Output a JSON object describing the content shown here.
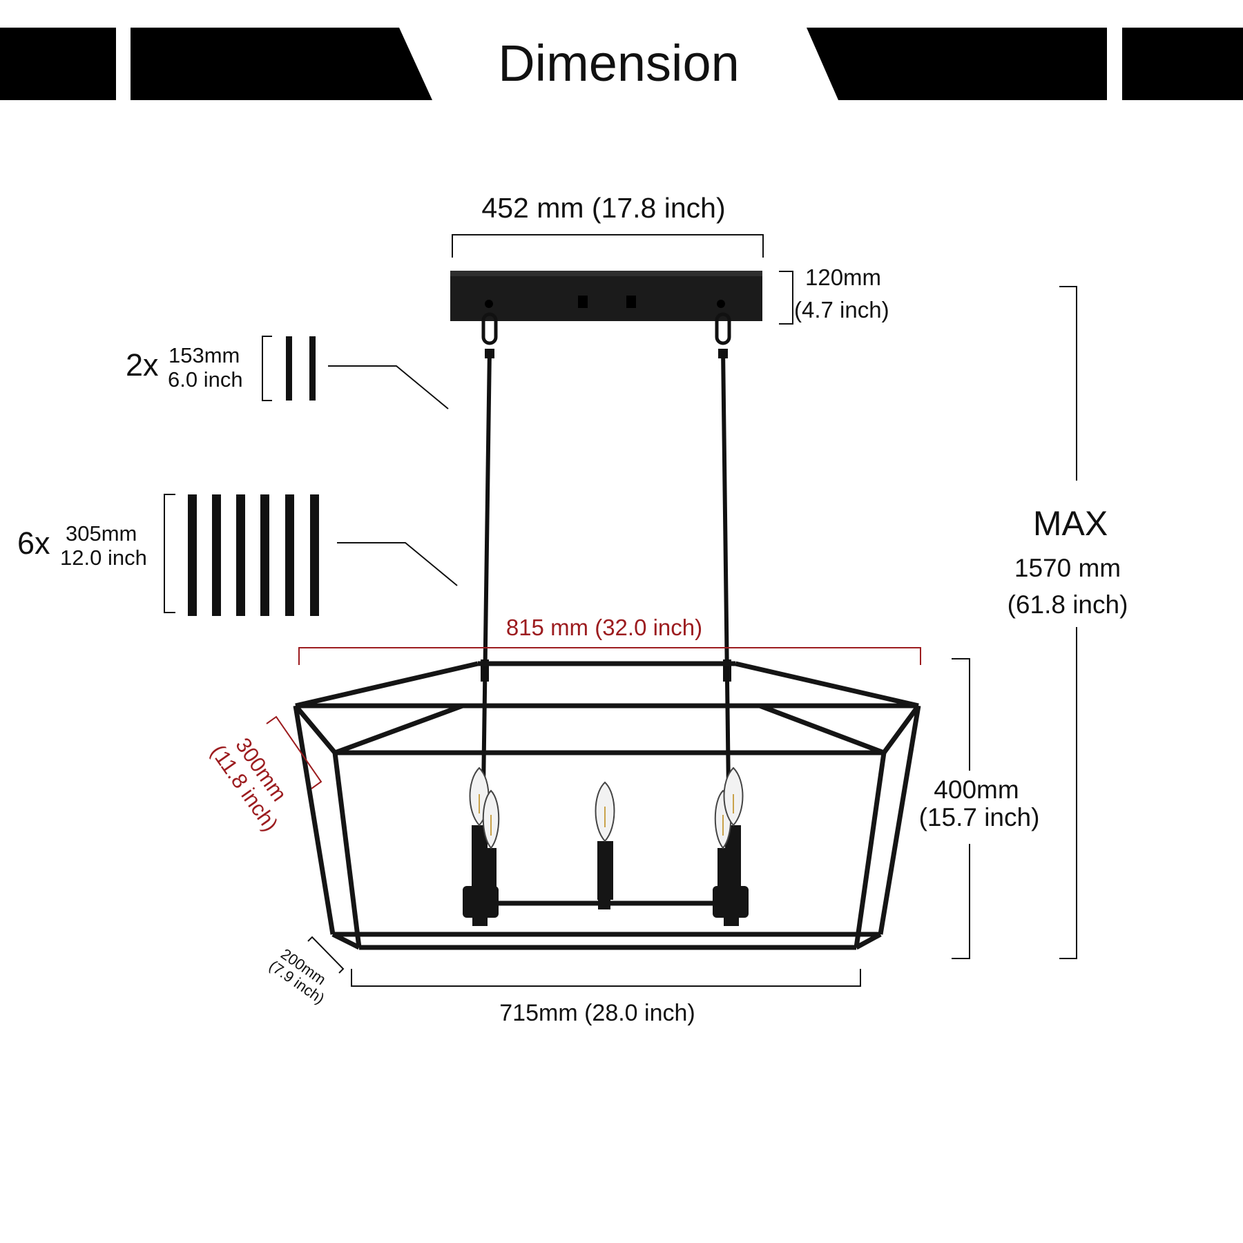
{
  "header": {
    "title": "Dimension"
  },
  "colors": {
    "black": "#000000",
    "red_accent": "#9c1c1f",
    "background": "#ffffff"
  },
  "canopy": {
    "width": "452 mm (17.8 inch)",
    "height_mm": "120mm",
    "height_in": "(4.7 inch)"
  },
  "rods": {
    "short": {
      "qty": "2x",
      "mm": "153mm",
      "inch": "6.0 inch"
    },
    "long": {
      "qty": "6x",
      "mm": "305mm",
      "inch": "12.0 inch"
    }
  },
  "max_height": {
    "label": "MAX",
    "mm": "1570 mm",
    "inch": "(61.8 inch)"
  },
  "top_width": "815 mm (32.0 inch)",
  "top_depth": {
    "mm": "300mm",
    "inch": "(11.8 inch)"
  },
  "body_height": {
    "mm": "400mm",
    "inch": "(15.7 inch)"
  },
  "bottom_depth": {
    "mm": "200mm",
    "inch": "(7.9 inch)"
  },
  "bottom_width": "715mm (28.0 inch)"
}
